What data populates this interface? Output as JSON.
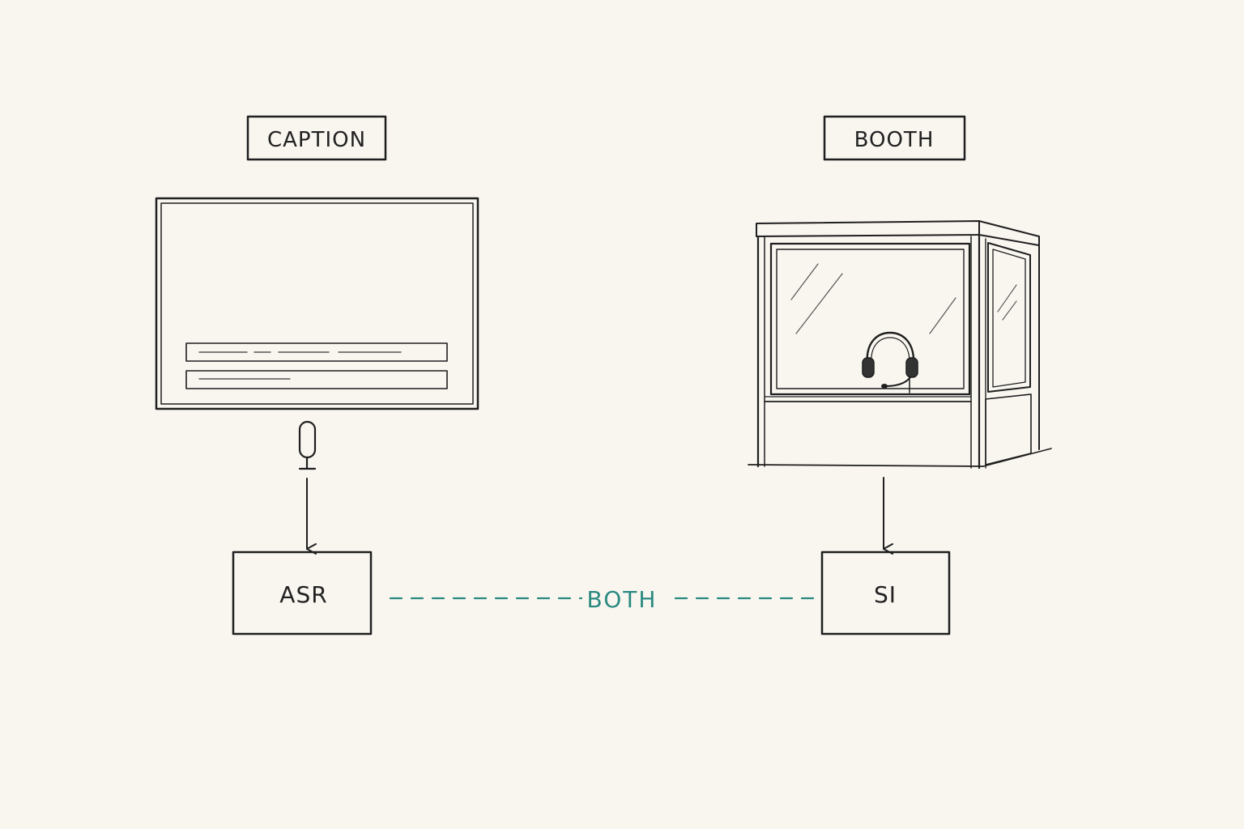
{
  "labels": {
    "caption": "CAPTION",
    "booth": "BOOTH",
    "asr": "ASR",
    "si": "SI",
    "both": "BOTH"
  },
  "colors": {
    "background": "#f9f6f0",
    "ink": "#1f1f1f",
    "accent": "#2a8a80"
  },
  "icons": [
    "screen-icon",
    "microphone-icon",
    "booth-icon",
    "headset-icon",
    "arrow-down-icon"
  ]
}
